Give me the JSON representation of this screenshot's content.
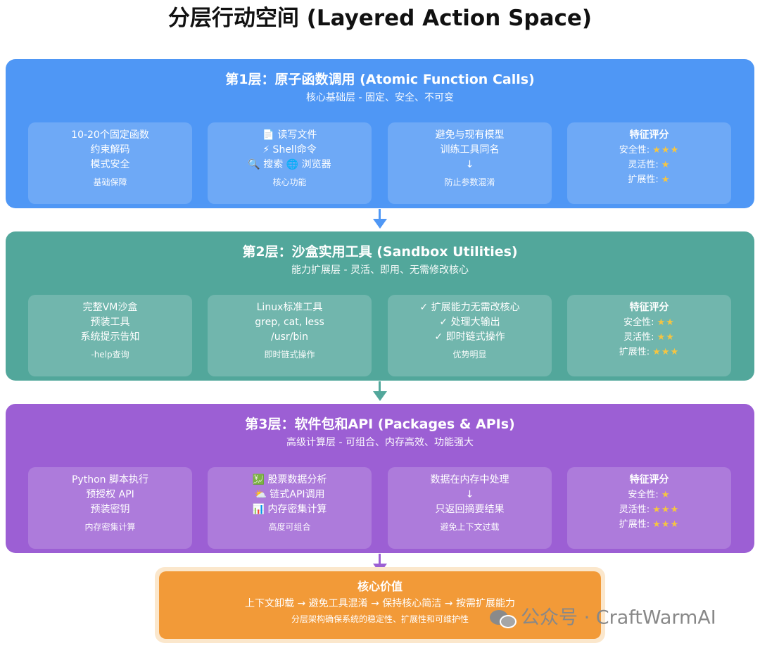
{
  "title": "分层行动空间 (Layered Action Space)",
  "colors": {
    "layer1": "#4f97f5",
    "layer2": "#52a79b",
    "layer3": "#9c5fd4",
    "core": "#f29a38",
    "star": "#f5c542"
  },
  "layers": [
    {
      "title": "第1层：原子函数调用 (Atomic Function Calls)",
      "subtitle": "核心基础层 - 固定、安全、不可变",
      "cards": [
        {
          "lines": [
            "10-20个固定函数",
            "约束解码",
            "模式安全"
          ],
          "caption": "基础保障"
        },
        {
          "lines": [
            "📄 读写文件",
            "⚡ Shell命令",
            "🔍 搜索 🌐 浏览器"
          ],
          "caption": "核心功能"
        },
        {
          "lines": [
            "避免与现有模型",
            "训练工具同名",
            "↓"
          ],
          "caption": "防止参数混淆"
        }
      ],
      "rating": {
        "heading": "特征评分",
        "items": [
          {
            "label": "安全性: ",
            "stars": "★★★"
          },
          {
            "label": "灵活性: ",
            "stars": "★"
          },
          {
            "label": "扩展性: ",
            "stars": "★"
          }
        ]
      }
    },
    {
      "title": "第2层：沙盒实用工具 (Sandbox Utilities)",
      "subtitle": "能力扩展层 - 灵活、即用、无需修改核心",
      "cards": [
        {
          "lines": [
            "完整VM沙盒",
            "预装工具",
            "系统提示告知"
          ],
          "caption": "-help查询"
        },
        {
          "lines": [
            "Linux标准工具",
            "grep, cat, less",
            "/usr/bin"
          ],
          "caption": "即时链式操作"
        },
        {
          "lines": [
            "✓ 扩展能力无需改核心",
            "✓ 处理大输出",
            "✓ 即时链式操作"
          ],
          "caption": "优势明显"
        }
      ],
      "rating": {
        "heading": "特征评分",
        "items": [
          {
            "label": "安全性: ",
            "stars": "★★"
          },
          {
            "label": "灵活性: ",
            "stars": "★★"
          },
          {
            "label": "扩展性: ",
            "stars": "★★★"
          }
        ]
      }
    },
    {
      "title": "第3层：软件包和API (Packages & APIs)",
      "subtitle": "高级计算层 - 可组合、内存高效、功能强大",
      "cards": [
        {
          "lines": [
            "Python 脚本执行",
            "预授权 API",
            "预装密钥"
          ],
          "caption": "内存密集计算"
        },
        {
          "lines": [
            "💹 股票数据分析",
            "⛅ 链式API调用",
            "📊 内存密集计算"
          ],
          "caption": "高度可组合"
        },
        {
          "lines": [
            "数据在内存中处理",
            "↓",
            "只返回摘要结果"
          ],
          "caption": "避免上下文过载"
        }
      ],
      "rating": {
        "heading": "特征评分",
        "items": [
          {
            "label": "安全性: ",
            "stars": "★"
          },
          {
            "label": "灵活性: ",
            "stars": "★★★"
          },
          {
            "label": "扩展性: ",
            "stars": "★★★"
          }
        ]
      }
    }
  ],
  "core": {
    "title": "核心价值",
    "flow": "上下文卸载 → 避免工具混淆 → 保持核心简洁 → 按需扩展能力",
    "subtitle": "分层架构确保系统的稳定性、扩展性和可维护性"
  },
  "watermark": {
    "icon": "wechat-icon",
    "text": "公众号 · CraftWarmAI"
  }
}
